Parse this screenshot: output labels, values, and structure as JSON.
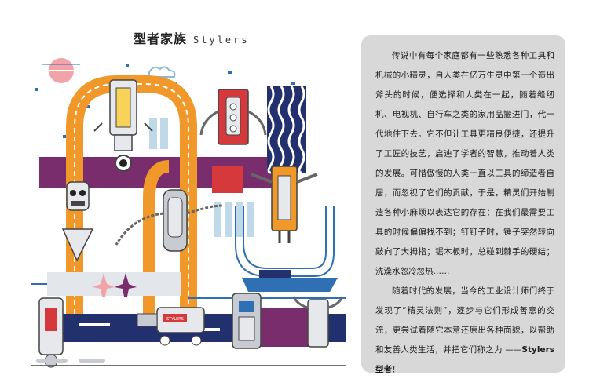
{
  "title": {
    "zh": "型者家族",
    "en": "Stylers"
  },
  "illustration": {
    "label_text": "STYLERS"
  },
  "story": {
    "paragraph1": "传说中有每个家庭都有一些熟悉各种工具和机械的小精灵，自人类在亿万生灵中第一个造出斧头的时候，便选择和人类在一起，随着缝纫机、电视机、自行车之类的家用品搬进门，代一代地住下去。它不但让工具更精良便捷，还提升了工匠的技艺，启迪了学者的智慧，推动着人类的发展。可惜傲慢的人类一直以工具的缔造者自居，而忽视了它们的贡献，于是，精灵们开始制造各种小麻烦以表达它的存在：在我们最需要工具的时候偏偏找不到；钉钉子时，锤子突然转向敲向了大拇指；锯木板时，总碰到棘手的硬结；洗澡水忽冷忽热……",
    "paragraph2_pre": "随着时代的发展，当今的工业设计师们终于发现了“精灵法则”，逐步与它们形成善意的交流，更尝试着随它本意还原出各种面貌，以帮助和友善人类生活，并把它们称之为 ——",
    "paragraph2_bold": "Stylers 型者",
    "paragraph2_post": "！"
  },
  "colors": {
    "orange": "#f0982a",
    "purple": "#7a2d6c",
    "navy": "#22306e",
    "blue": "#2f6fb3",
    "light_blue": "#bfd9e9",
    "pink": "#f2a3a8",
    "red": "#d6393c",
    "gray": "#c8ccd2",
    "panel_bg": "#d8d8d8"
  }
}
